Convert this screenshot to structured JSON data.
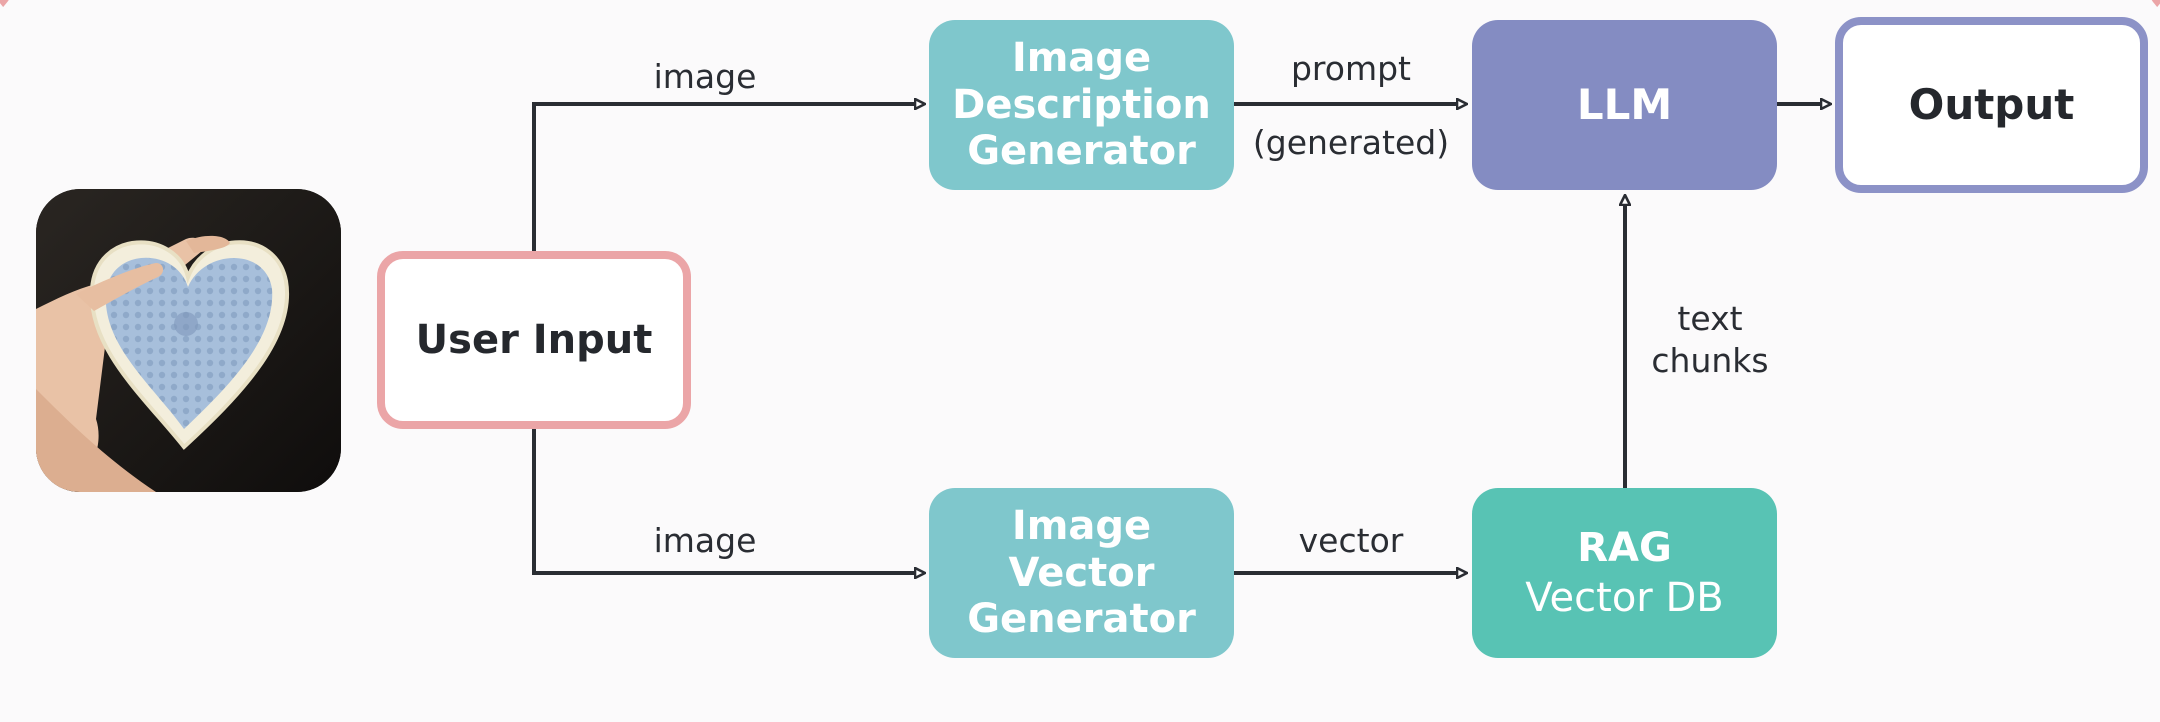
{
  "nodes": {
    "user_input": "User Input",
    "image_description_generator": [
      "Image",
      "Description",
      "Generator"
    ],
    "image_vector_generator": [
      "Image",
      "Vector",
      "Generator"
    ],
    "llm": "LLM",
    "rag": {
      "title": "RAG",
      "subtitle": "Vector DB"
    },
    "output": "Output"
  },
  "edges": {
    "user_to_description": "image",
    "user_to_vector": "image",
    "description_to_llm": [
      "prompt",
      "(generated)"
    ],
    "vector_to_rag": "vector",
    "rag_to_llm": [
      "text",
      "chunks"
    ]
  },
  "colors": {
    "teal_node": "#7fc7cc",
    "llm_node": "#848cc2",
    "rag_node": "#58c3b4",
    "user_input_border": "#eba5a7",
    "output_border": "#8c92c7",
    "arrow": "#2a2d33",
    "background": "#fbfafb"
  },
  "image": {
    "subject": "crochet-heart-coaster-in-hand"
  }
}
